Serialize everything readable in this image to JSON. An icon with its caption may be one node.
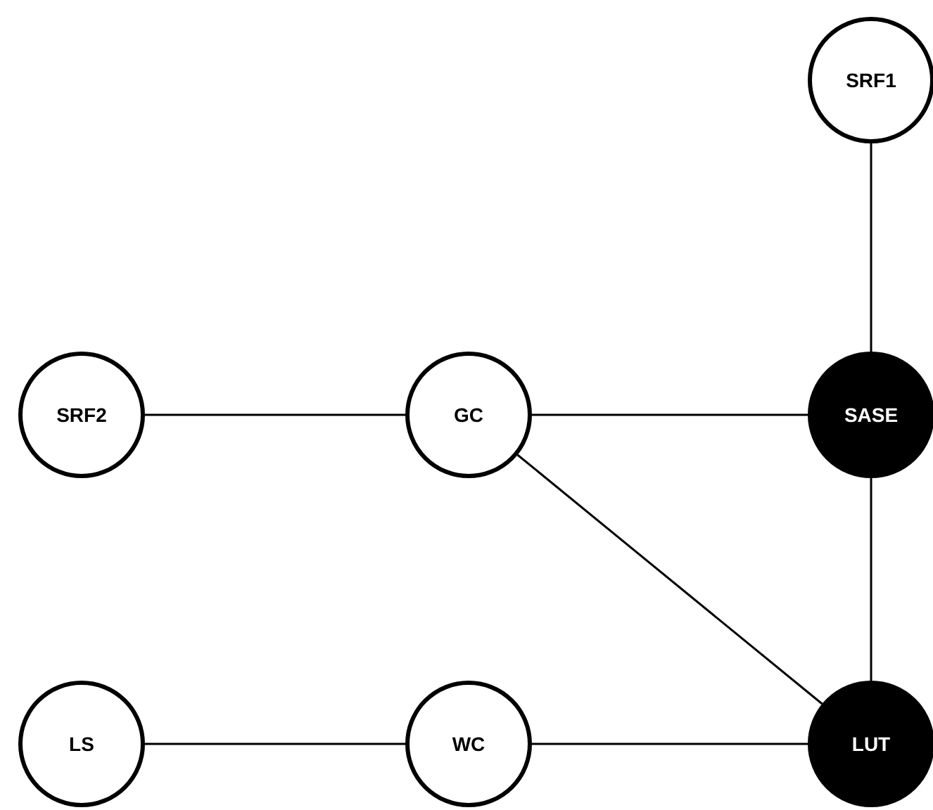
{
  "diagram": {
    "nodes": [
      {
        "text": [
          "SRF1"
        ]
      },
      {
        "text": [
          "SRF2"
        ]
      },
      {
        "text": [
          "GC"
        ]
      },
      {
        "text": [
          "SASE"
        ]
      },
      {
        "text": [
          "LS"
        ]
      },
      {
        "text": [
          "WC"
        ]
      },
      {
        "text": [
          "LUT"
        ]
      }
    ],
    "edges": [
      {
        "from": 0,
        "to": 3,
        "arrow": "none"
      },
      {
        "from": 1,
        "to": 2,
        "arrow": "none"
      },
      {
        "from": 2,
        "to": 3,
        "arrow": "none"
      },
      {
        "from": 2,
        "to": 6,
        "arrow": "none"
      },
      {
        "from": 3,
        "to": 6,
        "arrow": "none"
      },
      {
        "from": 4,
        "to": 5,
        "arrow": "none"
      },
      {
        "from": 5,
        "to": 6,
        "arrow": "none"
      }
    ]
  }
}
